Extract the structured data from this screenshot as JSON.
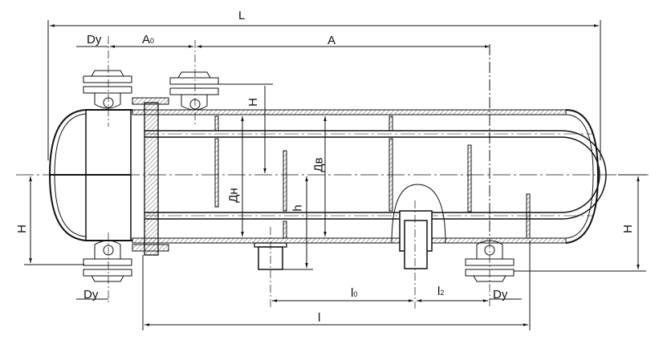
{
  "drawing": {
    "title": "Heat exchanger with U-tubes — general arrangement",
    "line_color": "#111111",
    "background": "#ffffff"
  },
  "dimensions": {
    "overall_length": "L",
    "nozzle_diameter_top": "Dy",
    "nozzle_spacing_base": "A",
    "nozzle_spacing_sub": "0",
    "nozzle_spacing": "A",
    "nozzle_height_top": "H",
    "inner_diameter": "Дв",
    "outer_diameter": "Дн",
    "support_height": "h",
    "nozzle_height_left": "H",
    "nozzle_height_right": "H",
    "nozzle_diameter_bottom_left": "Dy",
    "nozzle_diameter_bottom_right": "Dy",
    "l0_base": "l",
    "l0_sub": "0",
    "l2_base": "l",
    "l2_sub": "2",
    "tube_length": "l"
  }
}
